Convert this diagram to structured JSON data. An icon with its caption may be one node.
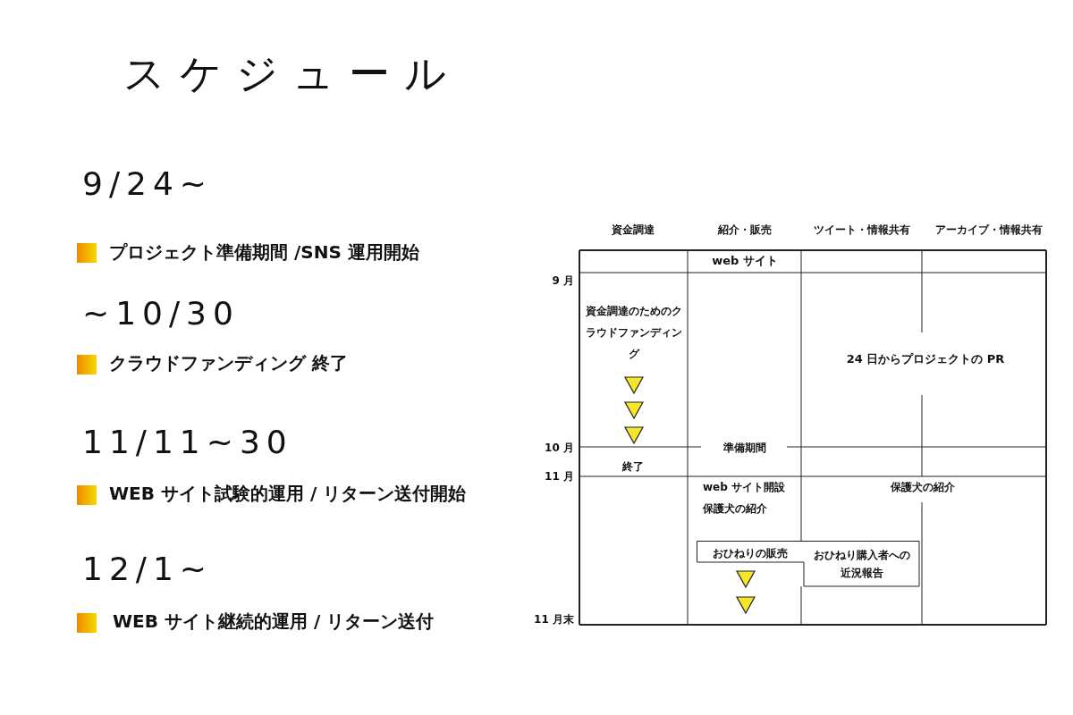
{
  "diagram": {
    "title": "スケジュール",
    "nodes": [
      {
        "text": [
          "おひねりの販売",
          "おひねり購入者への近況報告"
        ]
      }
    ],
    "labels": [
      "9/24~",
      "プロジェクト準備期間 /SNS 運用開始",
      "~10/30",
      "クラウドファンディング 終了",
      "11/11~30",
      "WEB サイト試験的運用 / リターン送付開始",
      "12/1~",
      "WEB サイト継続的運用 / リターン送付",
      "資金調達",
      "紹介・販売",
      "ツイート・情報共有",
      "アーカイブ・情報共有",
      "web サイト",
      "9 月",
      "資金調達のためのクラウドファンディング",
      "24 日からプロジェクトの PR",
      "10 月",
      "準備期間",
      "終了",
      "11 月",
      "web サイト開設",
      "保護犬の紹介",
      "保護犬の紹介",
      "11 月末"
    ]
  }
}
